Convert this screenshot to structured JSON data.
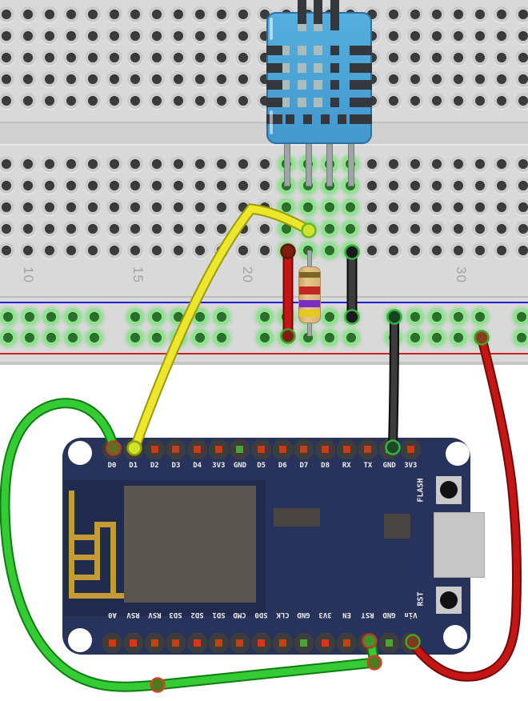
{
  "breadboard": {
    "column_numbers": [
      "10",
      "15",
      "20",
      "30"
    ]
  },
  "components": {
    "sensor": "dht11-humidity-temperature-sensor",
    "resistor": "axial-resistor",
    "board": "nodemcu-esp8266-dev-board"
  },
  "nodemcu": {
    "top_pin_labels": [
      "D0",
      "D1",
      "D2",
      "D3",
      "D4",
      "3V3",
      "GND",
      "D5",
      "D6",
      "D7",
      "D8",
      "RX",
      "TX",
      "GND",
      "3V3"
    ],
    "bottom_pin_labels": [
      "A0",
      "RSV",
      "RSV",
      "SD3",
      "SD2",
      "SD1",
      "CMD",
      "SD0",
      "CLK",
      "GND",
      "3V3",
      "EN",
      "RST",
      "GND",
      "Vin"
    ],
    "flash_button_label": "FLASH",
    "rst_button_label": "RST"
  },
  "resistor": {
    "band_colors_top_to_bottom": [
      "#7b6524",
      "#c32424",
      "#7e2ac0",
      "#e5c91f"
    ]
  },
  "wires": {
    "yellow": {
      "color": "#ece62d",
      "outline": "#9c9a08"
    },
    "green": {
      "color": "#35cb35",
      "outline": "#0f7d12"
    },
    "red": {
      "color": "#c51515",
      "outline": "#6e0a0a"
    },
    "black": {
      "color": "#3c3c3c",
      "outline": "#0a0a0a"
    }
  },
  "colors": {
    "breadboard_body": "#d9d9d9",
    "breadboard_channel": "#d1d1d1",
    "breadboard_label": "#a2a2a2",
    "hole_dark": "#3b3b3b",
    "hole_ring": "#cbcbcb",
    "rail_blue_line": "#2222cc",
    "rail_red_line": "#cc2222",
    "dht_blue": "#4aa3d8",
    "dht_edge": "#2d6f9f",
    "dht_slot": "#34383e",
    "dht_vent": "#a9bcbe",
    "nodemcu_navy": "#28335c",
    "module_navy": "#202b4e",
    "chip_grey": "#5b554e",
    "antenna_gold": "#c49a35",
    "pin_dark": "#3d3d3d",
    "pin_red": "#cf3a10",
    "pin_green": "#4aa62e",
    "button_grey": "#cbcbcb",
    "usb_grey": "#c6c6c6"
  }
}
